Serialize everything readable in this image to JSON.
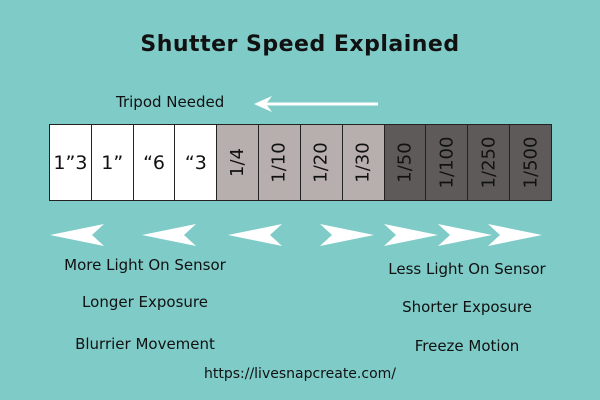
{
  "title": "Shutter Speed Explained",
  "tripod_label": "Tripod Needed",
  "speeds": [
    {
      "label": "1”3",
      "tone": "white",
      "rotated": false
    },
    {
      "label": "1”",
      "tone": "white",
      "rotated": false
    },
    {
      "label": "“6",
      "tone": "white",
      "rotated": false
    },
    {
      "label": "“3",
      "tone": "white",
      "rotated": false
    },
    {
      "label": "1/4",
      "tone": "light",
      "rotated": true
    },
    {
      "label": "1/10",
      "tone": "light",
      "rotated": true
    },
    {
      "label": "1/20",
      "tone": "light",
      "rotated": true
    },
    {
      "label": "1/30",
      "tone": "light",
      "rotated": true
    },
    {
      "label": "1/50",
      "tone": "dark",
      "rotated": true
    },
    {
      "label": "1/100",
      "tone": "dark",
      "rotated": true
    },
    {
      "label": "1/250",
      "tone": "dark",
      "rotated": true
    },
    {
      "label": "1/500",
      "tone": "dark",
      "rotated": true
    }
  ],
  "left_captions": [
    "More Light On Sensor",
    "Longer Exposure",
    "Blurrier Movement"
  ],
  "right_captions": [
    "Less Light On Sensor",
    "Shorter Exposure",
    "Freeze Motion"
  ],
  "url": "https://livesnapcreate.com/",
  "colors": {
    "background": "#7ecbc8",
    "white_cell": "#ffffff",
    "light_cell": "#b7aeae",
    "dark_cell": "#5e5a5a",
    "arrow": "#ffffff"
  }
}
